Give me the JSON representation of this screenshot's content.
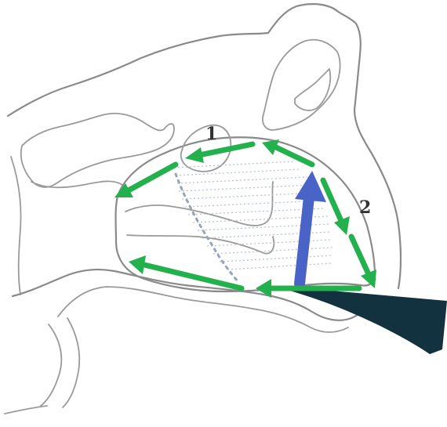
{
  "labels": {
    "region_1": "1",
    "region_2": "2"
  },
  "colors": {
    "outline": "#8a8a8a",
    "flow_arrow": "#22b14c",
    "jet_arrow": "#4a63c7",
    "nozzle_wedge": "#12323f",
    "hatch": "#b8c2d6"
  },
  "icons": {
    "nozzle": "dark-wedge",
    "jet": "blue-up-arrow",
    "flow": "green-arrows"
  }
}
